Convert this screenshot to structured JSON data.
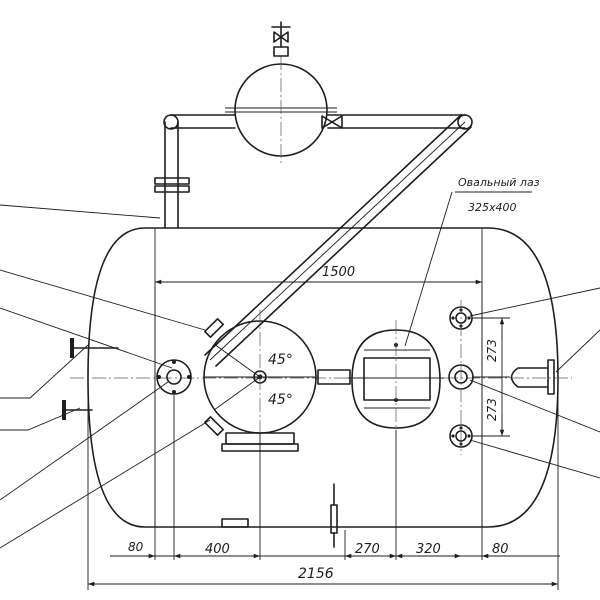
{
  "hatch_label": {
    "line1": "Овальный лаз",
    "line2": "325х400"
  },
  "dimensions": {
    "total_length": "2156",
    "inner_span": "1500",
    "left_margin": "80",
    "left_offset": "400",
    "hatch_offset_1": "270",
    "hatch_offset_2": "320",
    "right_margin": "80",
    "nozzle_pitch_upper": "273",
    "nozzle_pitch_lower": "273"
  },
  "angles": {
    "upper": "45°",
    "lower": "45°"
  }
}
